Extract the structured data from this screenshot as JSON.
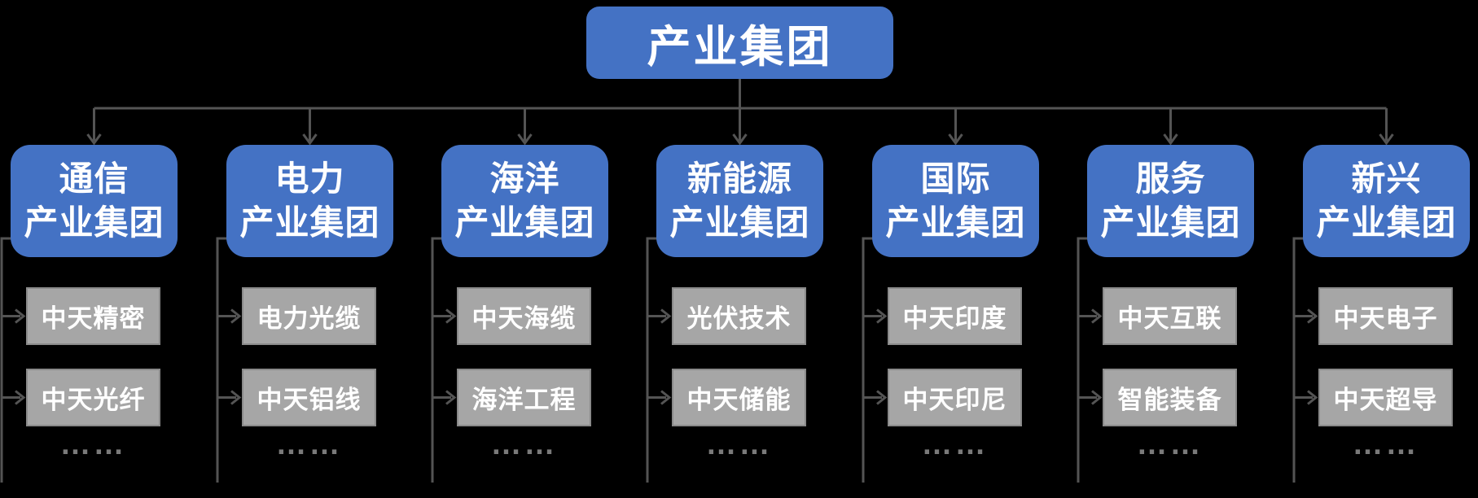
{
  "root": {
    "label": "产业集团"
  },
  "columns": [
    {
      "line1": "通信",
      "line2": "产业集团",
      "children": [
        "中天精密",
        "中天光纤"
      ],
      "more": "……"
    },
    {
      "line1": "电力",
      "line2": "产业集团",
      "children": [
        "电力光缆",
        "中天铝线"
      ],
      "more": "……"
    },
    {
      "line1": "海洋",
      "line2": "产业集团",
      "children": [
        "中天海缆",
        "海洋工程"
      ],
      "more": "……"
    },
    {
      "line1": "新能源",
      "line2": "产业集团",
      "children": [
        "光伏技术",
        "中天储能"
      ],
      "more": "……"
    },
    {
      "line1": "国际",
      "line2": "产业集团",
      "children": [
        "中天印度",
        "中天印尼"
      ],
      "more": "……"
    },
    {
      "line1": "服务",
      "line2": "产业集团",
      "children": [
        "中天互联",
        "智能装备"
      ],
      "more": "……"
    },
    {
      "line1": "新兴",
      "line2": "产业集团",
      "children": [
        "中天电子",
        "中天超导"
      ],
      "more": "……"
    }
  ],
  "colors": {
    "background": "#000000",
    "node_blue": "#4472C4",
    "child_gray": "#A6A6A6",
    "child_border": "#8A8A8A",
    "connector": "#545454",
    "node_text": "#FFFFFF",
    "ellipsis": "#7A7A7A"
  }
}
